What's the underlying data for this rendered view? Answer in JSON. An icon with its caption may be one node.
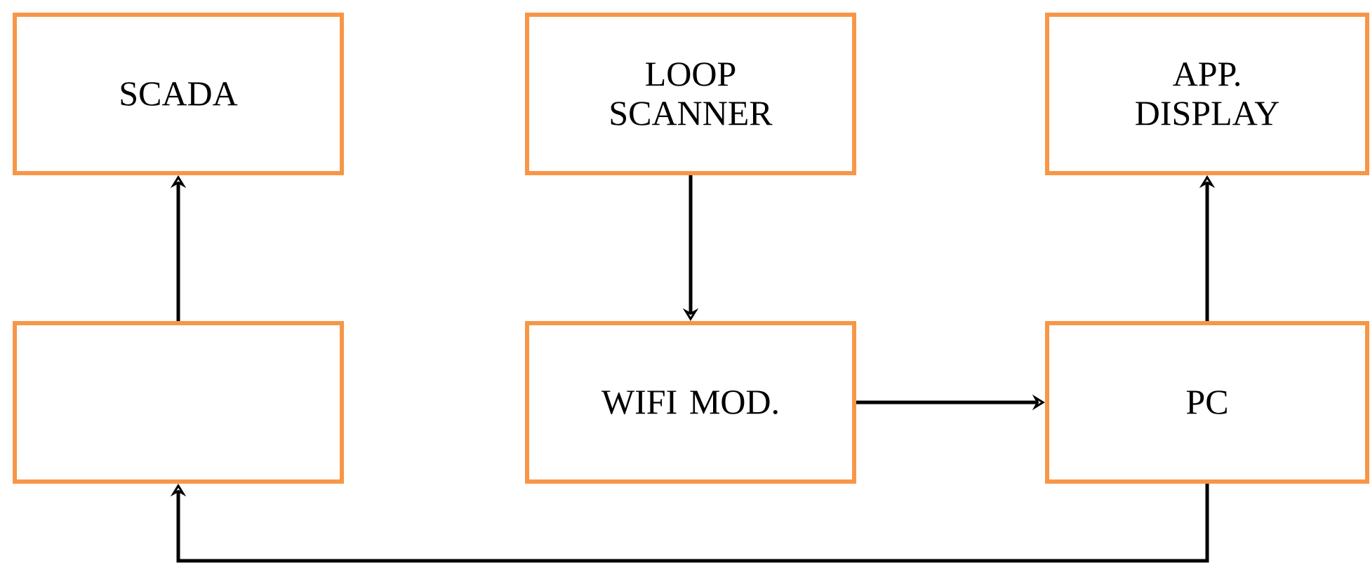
{
  "diagram": {
    "nodes": [
      {
        "text": [
          "SCADA"
        ]
      },
      {
        "text": [
          "LOOP SCANNER"
        ]
      },
      {
        "text": [
          "APP. DISPLAY"
        ]
      },
      {
        "text": [],
        "shape": "box"
      },
      {
        "text": [
          "WIFI MOD."
        ]
      },
      {
        "text": [
          "PC"
        ]
      }
    ],
    "edges": [
      {
        "from": 3,
        "to": 0,
        "arrow": "to"
      },
      {
        "from": 1,
        "to": 4,
        "arrow": "to"
      },
      {
        "from": 4,
        "to": 5,
        "arrow": "to"
      },
      {
        "from": 5,
        "to": 2,
        "arrow": "to"
      },
      {
        "from": 5,
        "to": 3,
        "arrow": "to"
      }
    ]
  }
}
